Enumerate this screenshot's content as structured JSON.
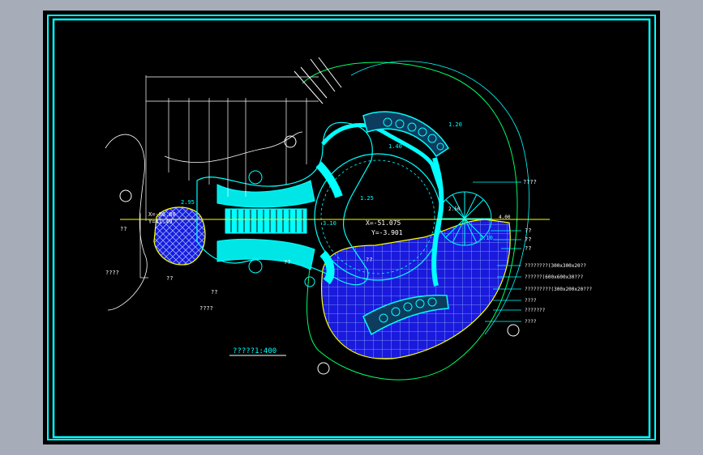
{
  "colors": {
    "background_outer": "#a6acb8",
    "canvas": "#000000",
    "frame": "#00ffff",
    "water": "#1a1adc",
    "accent_line": "#ffff00",
    "dimension": "#ffffff"
  },
  "title_block": {
    "caption": "?????1:400"
  },
  "labels": {
    "coord_left": "X=-86.80",
    "coord_left_2": "Y=41.49",
    "coord_right": "X=-51.075",
    "coord_right_2": "Y=-3.901",
    "slope_1": "1.40",
    "slope_2": "1.20",
    "slope_3": "1.25",
    "slope_4": "4.00",
    "slope_5": "2.50",
    "elev_1": "2.95",
    "elev_2": "3.10",
    "dim_right": "2.10",
    "right_top": "????",
    "right_q1": "??",
    "right_q2": "??",
    "right_q3": "??",
    "note_1": "????????(300x300x20??",
    "note_2": "??????(600x600x30???",
    "note_3": "?????????(300x200x20???",
    "note_4": "????",
    "note_5": "???????",
    "note_6": "????",
    "left_q1": "??",
    "left_q2": "????",
    "left_q3": "??",
    "left_q4": "??",
    "left_q5": "????",
    "left_q6": "??",
    "mid_q": "??"
  },
  "icons": [
    "north-arrow-icon",
    "section-marker-icon"
  ]
}
